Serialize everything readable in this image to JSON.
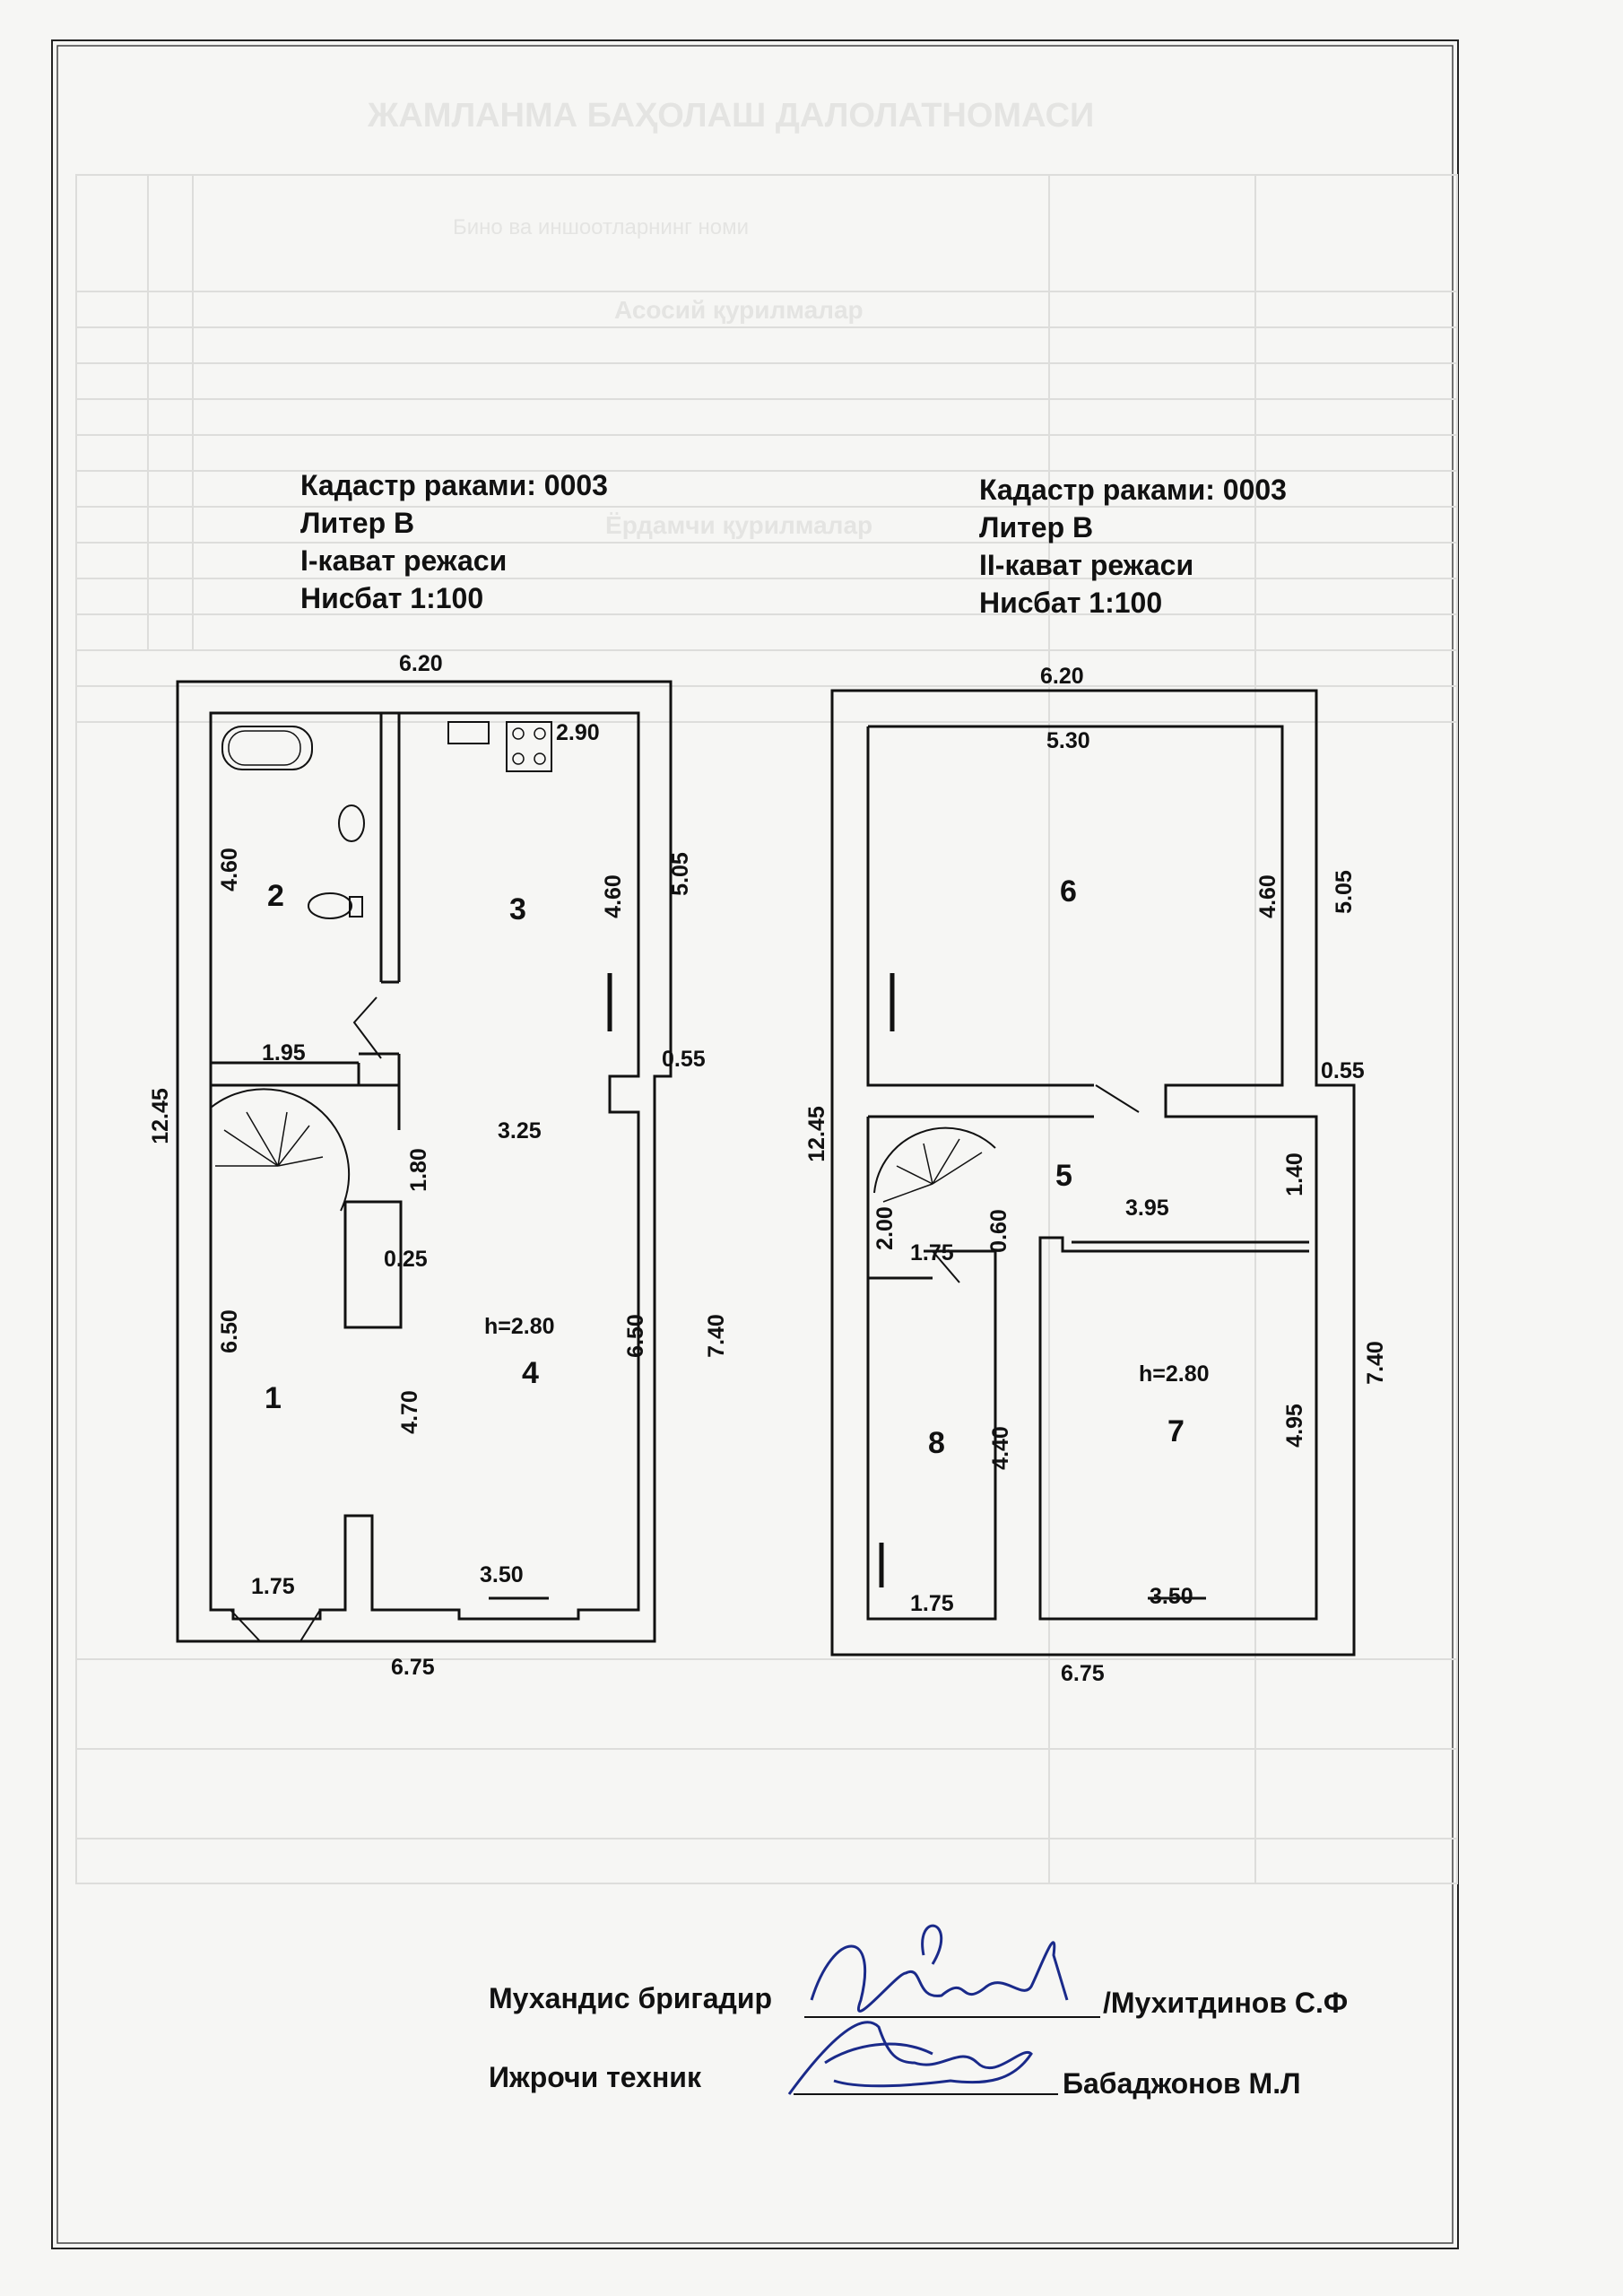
{
  "faded_background": {
    "title": "ЖАМЛАНМА БАҲОЛАШ ДАЛОЛАТНОМАСИ",
    "column_name": "Бино ва иншоотларнинг номи",
    "section_main": "Асосий қурилмалар",
    "section_aux": "Ёрдамчи қурилмалар"
  },
  "plan_left": {
    "cadastre": "Кадастр раками: 0003",
    "liter": "Литер В",
    "floor": "I-кават режаси",
    "scale": "Нисбат  1:100",
    "rooms": [
      "1",
      "2",
      "3",
      "4"
    ],
    "height": "h=2.80",
    "dims": {
      "top": "6.20",
      "d290": "2.90",
      "d460a": "4.60",
      "d460b": "4.60",
      "d505": "5.05",
      "d195": "1.95",
      "d055": "0.55",
      "d1245": "12.45",
      "d325": "3.25",
      "d180": "1.80",
      "d025": "0.25",
      "d650a": "6.50",
      "d650b": "6.50",
      "d740": "7.40",
      "d470": "4.70",
      "d175": "1.75",
      "d350": "3.50",
      "bottom": "6.75"
    }
  },
  "plan_right": {
    "cadastre": "Кадастр раками: 0003",
    "liter": "Литер В",
    "floor": "II-кават режаси",
    "scale": "Нисбат  1:100",
    "rooms": [
      "5",
      "6",
      "7",
      "8"
    ],
    "height": "h=2.80",
    "dims": {
      "top": "6.20",
      "d530": "5.30",
      "d460": "4.60",
      "d505": "5.05",
      "d055": "0.55",
      "d1245": "12.45",
      "d140": "1.40",
      "d395": "3.95",
      "d200": "2.00",
      "d175a": "1.75",
      "d060": "0.60",
      "d740": "7.40",
      "d495": "4.95",
      "d440": "4.40",
      "d175b": "1.75",
      "d350": "3.50",
      "bottom": "6.75"
    }
  },
  "signatures": {
    "engineer_role": "Мухандис бригадир",
    "engineer_name": "/Мухитдинов С.Ф",
    "tech_role": "Ижрочи техник",
    "tech_name": "Бабаджонов М.Л"
  }
}
